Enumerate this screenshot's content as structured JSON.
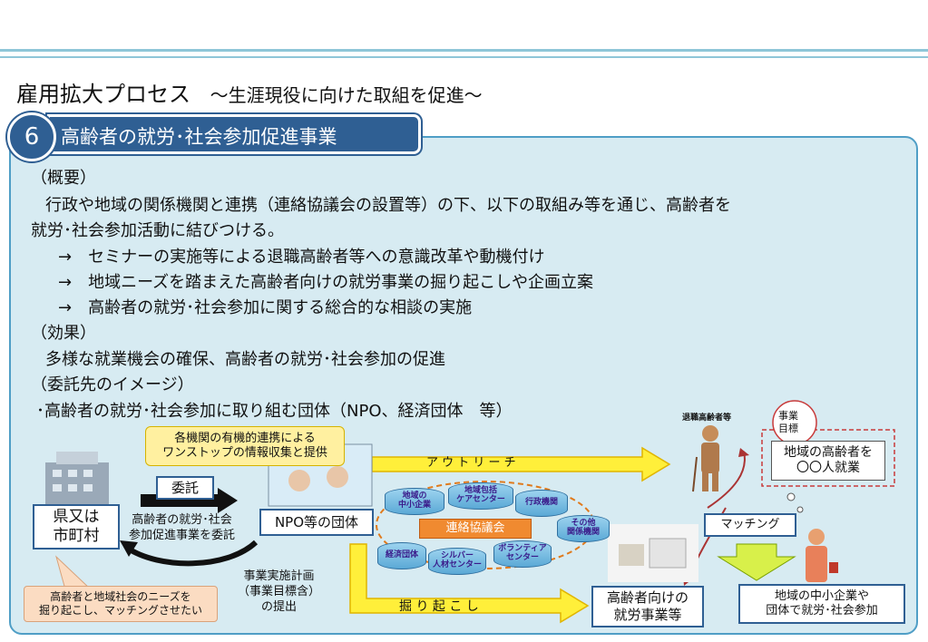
{
  "header": {
    "title": "雇用拡大プロセス",
    "subtitle": "～生涯現役に向けた取組を促進～"
  },
  "section": {
    "number": "6",
    "title": "高齢者の就労･社会参加促進事業"
  },
  "overview": {
    "heading": "（概要）",
    "line1": "行政や地域の関係機関と連携（連絡協議会の設置等）の下、以下の取組み等を通じ、高齢者を",
    "line2": "就労･社会参加活動に結びつける。",
    "bullets": [
      "→　セミナーの実施等による退職高齢者等への意識改革や動機付け",
      "→　地域ニーズを踏まえた高齢者向けの就労事業の掘り起こしや企画立案",
      "→　高齢者の就労･社会参加に関する総合的な相談の実施"
    ]
  },
  "effect": {
    "heading": "（効果）",
    "text": "多様な就業機会の確保、高齢者の就労･社会参加の促進"
  },
  "image": {
    "heading": "（委託先のイメージ）",
    "text": "･高齢者の就労･社会参加に取り組む団体（NPO、経済団体　等）"
  },
  "diagram": {
    "callout": "各機関の有機的連携による\nワンストップの情報収集と提供",
    "municipality": "県又は\n市町村",
    "entrust": "委託",
    "entrust_desc": "高齢者の就労･社会\n参加促進事業を委託",
    "npo": "NPO等の団体",
    "plan": "事業実施計画\n（事業目標含）\nの提出",
    "needs_note": "高齢者と地域社会のニーズを\n掘り起こし、マッチングさせたい",
    "outreach": "ア ウ ト リ ー チ",
    "dig": "掘 り 起 こ し",
    "council": "連絡協議会",
    "nodes": [
      "地域の\n中小企業",
      "地域包括\nケアセンター",
      "行政機関",
      "その他\n関係機関",
      "経済団体",
      "シルバー\n人材センター",
      "ボランティア\nセンター"
    ],
    "retired": "退職高齢者等",
    "goal_label": "事業\n目標",
    "goal_text": "地域の高齢者を\n〇〇人就業",
    "matching": "マッチング",
    "jobs": "高齢者向けの\n就労事業等",
    "participation": "地域の中小企業や\n団体で就労･社会参加"
  }
}
